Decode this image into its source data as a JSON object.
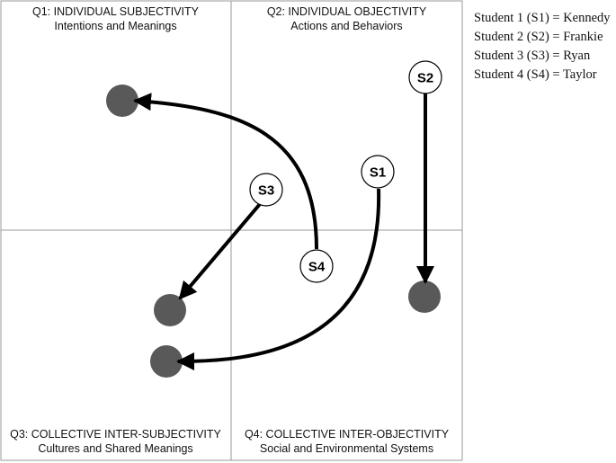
{
  "quadrants": {
    "q1": {
      "title": "Q1: INDIVIDUAL SUBJECTIVITY",
      "subtitle": "Intentions and Meanings"
    },
    "q2": {
      "title": "Q2: INDIVIDUAL OBJECTIVITY",
      "subtitle": "Actions and Behaviors"
    },
    "q3": {
      "title": "Q3: COLLECTIVE INTER-SUBJECTIVITY",
      "subtitle": "Cultures and Shared Meanings"
    },
    "q4": {
      "title": "Q4: COLLECTIVE INTER-OBJECTIVITY",
      "subtitle": "Social and Environmental Systems"
    }
  },
  "students": {
    "s1": "S1",
    "s2": "S2",
    "s3": "S3",
    "s4": "S4"
  },
  "legend": [
    "Student 1 (S1) = Kennedy",
    "Student 2 (S2) = Frankie",
    "Student 3 (S3) = Ryan",
    "Student 4 (S4) = Taylor"
  ],
  "colors": {
    "endpoint": "#595959",
    "arrow": "#000000",
    "grid": "#999999"
  }
}
